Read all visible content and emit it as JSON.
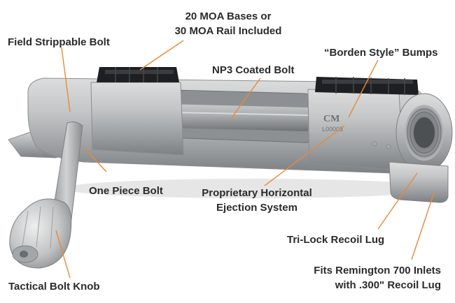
{
  "callouts": {
    "field_strippable": "Field Strippable Bolt",
    "moa_bases_line1": "20 MOA Bases or",
    "moa_bases_line2": "30 MOA Rail Included",
    "borden_bumps": "“Borden Style” Bumps",
    "np3_bolt": "NP3 Coated Bolt",
    "one_piece_bolt": "One Piece Bolt",
    "ejection_line1": "Proprietary Horizontal",
    "ejection_line2": "Ejection System",
    "recoil_lug": "Tri-Lock Recoil Lug",
    "remington_line1": "Fits Remington 700 Inlets",
    "remington_line2": "with .300\" Recoil Lug",
    "bolt_knob": "Tactical Bolt Knob"
  },
  "receiver_markings": {
    "logo": "CM",
    "serial": "L00003"
  },
  "colors": {
    "leader_line": "#e8893a",
    "text": "#2b2b2b",
    "steel": "#b9bbbc",
    "rail": "#1d1f22"
  }
}
